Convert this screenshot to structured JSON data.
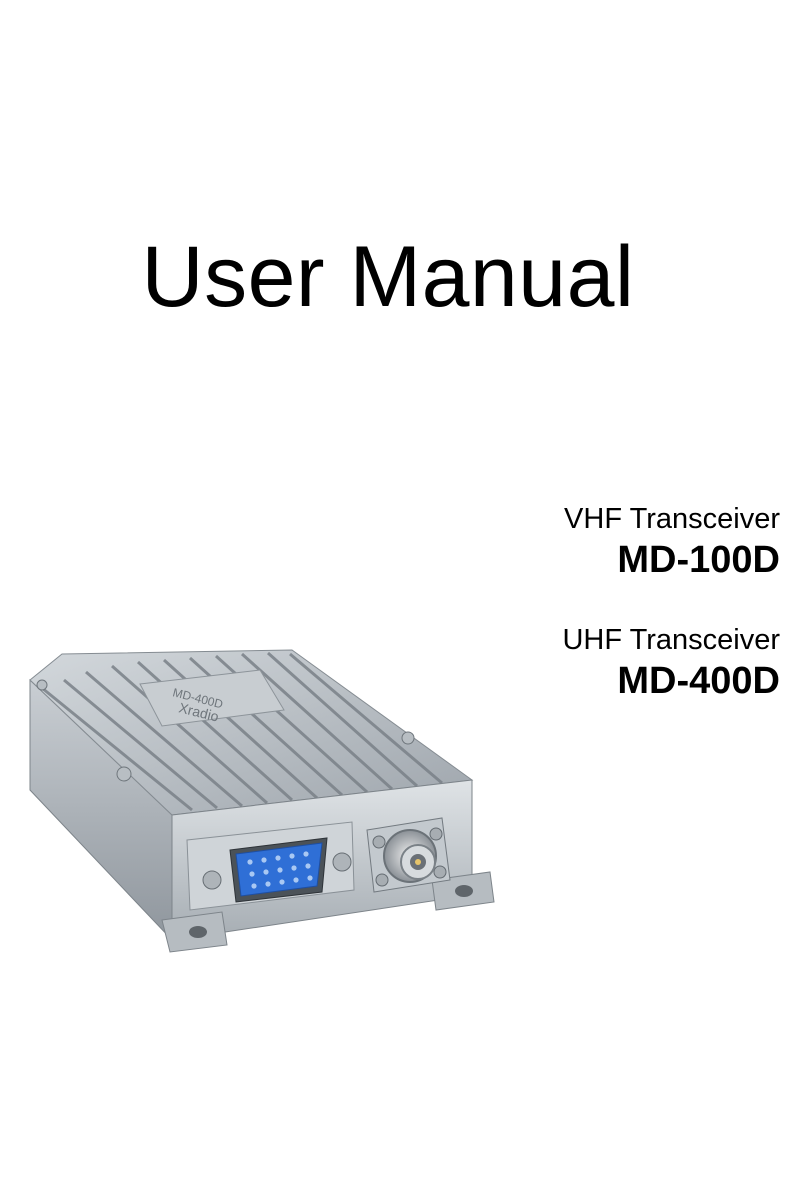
{
  "cover": {
    "title": "User Manual"
  },
  "products": [
    {
      "band": "VHF Transceiver",
      "model": "MD-100D"
    },
    {
      "band": "UHF Transceiver",
      "model": "MD-400D"
    }
  ],
  "device_image": {
    "label_model": "MD-400D",
    "label_brand": "Xradio",
    "body_color": "#b9bfc5",
    "connector_color": "#2f6fd6"
  }
}
